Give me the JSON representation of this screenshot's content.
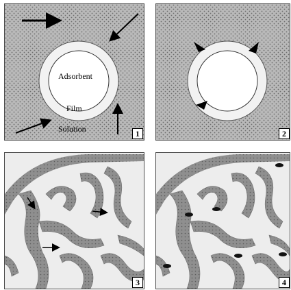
{
  "panels": [
    {
      "number": "1",
      "labels": {
        "adsorbent": "Adsorbent",
        "film": "Film",
        "solution": "Solution"
      }
    },
    {
      "number": "2"
    },
    {
      "number": "3"
    },
    {
      "number": "4"
    }
  ]
}
